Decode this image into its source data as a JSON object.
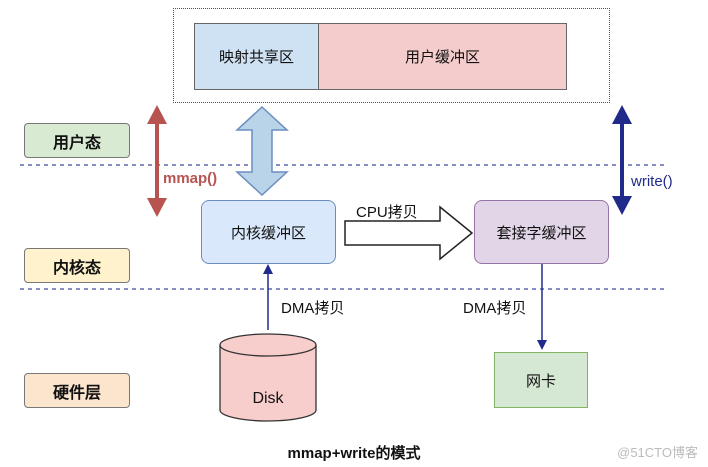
{
  "layers": {
    "user": "用户态",
    "kernel": "内核态",
    "hardware": "硬件层"
  },
  "userspace": {
    "mmap_area": "映射共享区",
    "user_buffer": "用户缓冲区"
  },
  "kernel": {
    "kernel_buffer": "内核缓冲区",
    "socket_buffer": "套接字缓冲区"
  },
  "hardware": {
    "disk": "Disk",
    "nic": "网卡"
  },
  "labels": {
    "mmap": "mmap()",
    "write": "write()",
    "cpu_copy": "CPU拷贝",
    "dma_copy_left": "DMA拷贝",
    "dma_copy_right": "DMA拷贝"
  },
  "caption": "mmap+write的模式",
  "watermark": "@51CTO博客",
  "colors": {
    "mmap_area": "#cfe2f3",
    "user_buffer": "#f4cccc",
    "kernel_buffer": "#dae8fc",
    "socket_buffer": "#e1d5e7",
    "nic": "#d5e8d4",
    "disk": "#f8cecc",
    "user_layer": "#d9ead3",
    "kernel_layer": "#fff2cc",
    "hardware_layer": "#fce5cd",
    "mmap_arrow": "#b85450",
    "write_arrow": "#1f2a8a",
    "dashed_line": "#3b4aa8"
  }
}
